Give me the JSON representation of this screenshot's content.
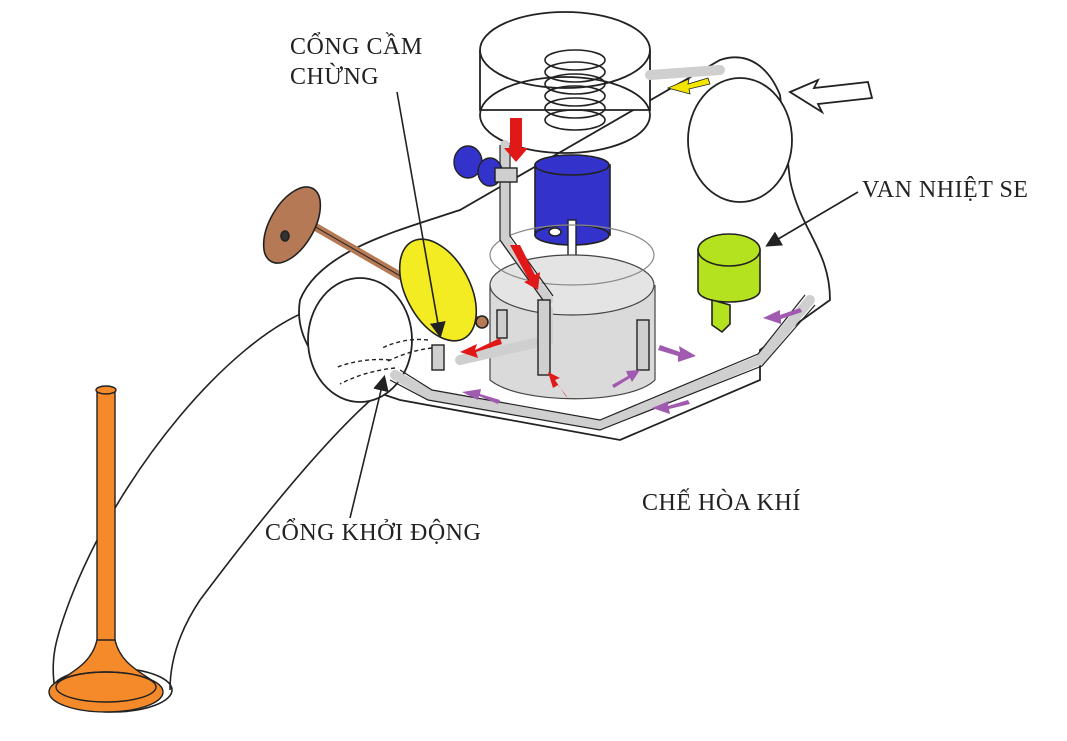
{
  "labels": {
    "idle_port_line1": "CỔNG CẦM",
    "idle_port_line2": "CHỪNG",
    "se_thermo_valve": "VAN NHIỆT SE",
    "carburetor": "CHẾ HÒA KHÍ",
    "starter_port": "CỔNG KHỞI ĐỘNG"
  },
  "colors": {
    "outline": "#222222",
    "spring_piston": "#3333cc",
    "yellow_throttle": "#f4ec23",
    "choke_disc": "#b57a55",
    "green_valve": "#b5e21f",
    "valve_orange": "#f58a2a",
    "arrow_red": "#e01818",
    "arrow_purple": "#a05ab0",
    "arrow_yellow": "#f2e600",
    "passage_gray": "#cfcfcf",
    "float_bowl": "#dadada"
  },
  "icons": [
    "flow-direction-arrow",
    "spring",
    "piston",
    "throttle-plate",
    "choke-valve",
    "intake-valve",
    "thermo-valve"
  ]
}
